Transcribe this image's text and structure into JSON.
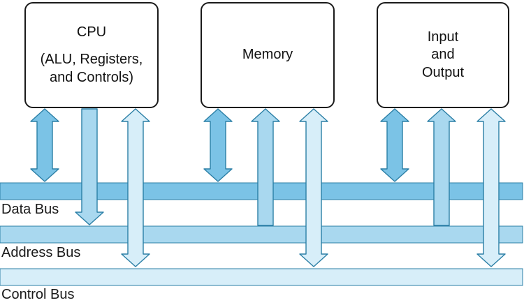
{
  "colors": {
    "data_bus": "#7bc3e6",
    "address_bus": "#a9d8ef",
    "control_bus": "#d7eef9",
    "stroke": "#2b7fa6",
    "box_border": "#1a1a1a"
  },
  "components": {
    "cpu": {
      "line1": "CPU",
      "line2": "(ALU, Registers,",
      "line3": "and Controls)"
    },
    "memory": {
      "label": "Memory"
    },
    "io": {
      "line1": "Input",
      "line2": "and",
      "line3": "Output"
    }
  },
  "buses": {
    "data": "Data Bus",
    "address": "Address Bus",
    "control": "Control Bus"
  }
}
